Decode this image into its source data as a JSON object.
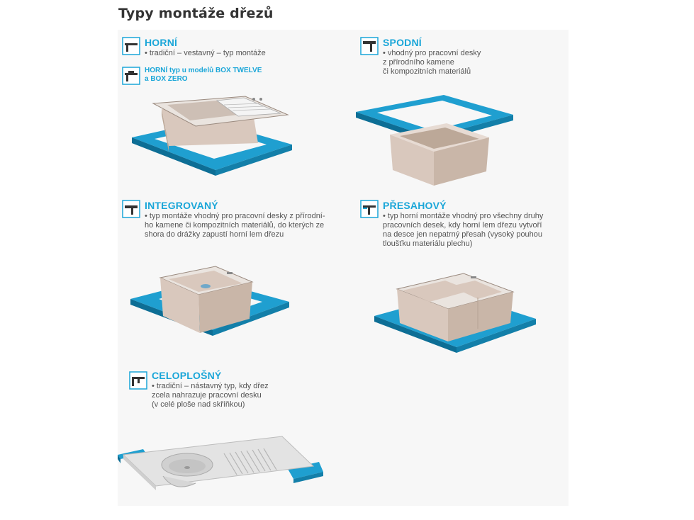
{
  "page": {
    "title": "Typy montáže dřezů"
  },
  "sections": {
    "horni": {
      "title": "HORNÍ",
      "desc": "• tradiční – vestavný – typ montáže",
      "subtitle": "HORNÍ typ u modelů BOX TWELVE\na BOX ZERO",
      "icon": "top-mount-icon"
    },
    "spodni": {
      "title": "SPODNÍ",
      "desc": "• vhodný pro pracovní desky\nz přírodního kamene\nči kompozitních materiálů",
      "icon": "undermount-icon"
    },
    "integrovany": {
      "title": "INTEGROVANÝ",
      "desc": "• typ montáže vhodný pro pracovní desky z přírodní-\nho kamene či kompozitních materiálů, do kterých ze\nshora do drážky zapustí horní lem dřezu",
      "icon": "flush-mount-icon"
    },
    "presahovy": {
      "title": "PŘESAHOVÝ",
      "desc": "• typ horní montáže vhodný pro všechny druhy\npracovních desek, kdy horní lem dřezu vytvoří\nna desce jen nepatrný přesah (vysoký pouhou\ntloušťku materiálu plechu)",
      "icon": "overhang-mount-icon"
    },
    "celoplosny": {
      "title": "CELOPLOŠNÝ",
      "desc": "• tradiční – nástavný typ, kdy dřez\nzcela nahrazuje pracovní desku\n(v celé ploše nad skříňkou)",
      "icon": "sit-on-mount-icon"
    }
  },
  "colors": {
    "accent": "#1aa6d8",
    "counter_blue": "#1f9fd0",
    "counter_dark": "#0d6e95",
    "sink_beige": "#d9c8bd",
    "sink_dark": "#bca898",
    "steel": "#e3e3e3"
  }
}
